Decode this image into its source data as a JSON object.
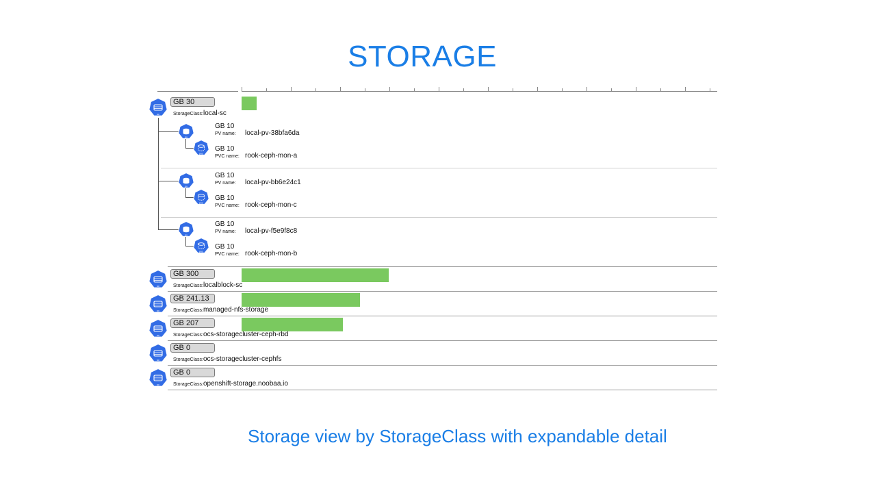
{
  "page": {
    "title": "STORAGE",
    "caption": "Storage view by StorageClass with expandable detail"
  },
  "colors": {
    "accent": "#1a7ee6",
    "bar": "#7ac95f",
    "icon": "#326ce5"
  },
  "icons": {
    "storageclass": "sc-icon",
    "pv": "pv-icon",
    "pvc": "pvc-icon"
  },
  "storage_classes": [
    {
      "size": "GB 30",
      "prefix": "StorageClass:",
      "name": "local-sc",
      "capacity_gb": 30,
      "expanded": true,
      "volumes": [
        {
          "pv_size": "GB 10",
          "pv_label": "PV name:",
          "pv_name": "local-pv-38bfa6da",
          "pvc_size": "GB 10",
          "pvc_label": "PVC name:",
          "pvc_name": "rook-ceph-mon-a"
        },
        {
          "pv_size": "GB 10",
          "pv_label": "PV name:",
          "pv_name": "local-pv-bb6e24c1",
          "pvc_size": "GB 10",
          "pvc_label": "PVC name:",
          "pvc_name": "rook-ceph-mon-c"
        },
        {
          "pv_size": "GB 10",
          "pv_label": "PV name:",
          "pv_name": "local-pv-f5e9f8c8",
          "pvc_size": "GB 10",
          "pvc_label": "PVC name:",
          "pvc_name": "rook-ceph-mon-b"
        }
      ]
    },
    {
      "size": "GB 300",
      "prefix": "StorageClass:",
      "name": "localblock-sc",
      "capacity_gb": 300
    },
    {
      "size": "GB 241.13",
      "prefix": "StorageClass:",
      "name": "managed-nfs-storage",
      "capacity_gb": 241.13
    },
    {
      "size": "GB 207",
      "prefix": "StorageClass:",
      "name": "ocs-storagecluster-ceph-rbd",
      "capacity_gb": 207
    },
    {
      "size": "GB 0",
      "prefix": "StorageClass:",
      "name": "ocs-storagecluster-cephfs",
      "capacity_gb": 0
    },
    {
      "size": "GB 0",
      "prefix": "StorageClass:",
      "name": "openshift-storage.noobaa.io",
      "capacity_gb": 0
    }
  ]
}
